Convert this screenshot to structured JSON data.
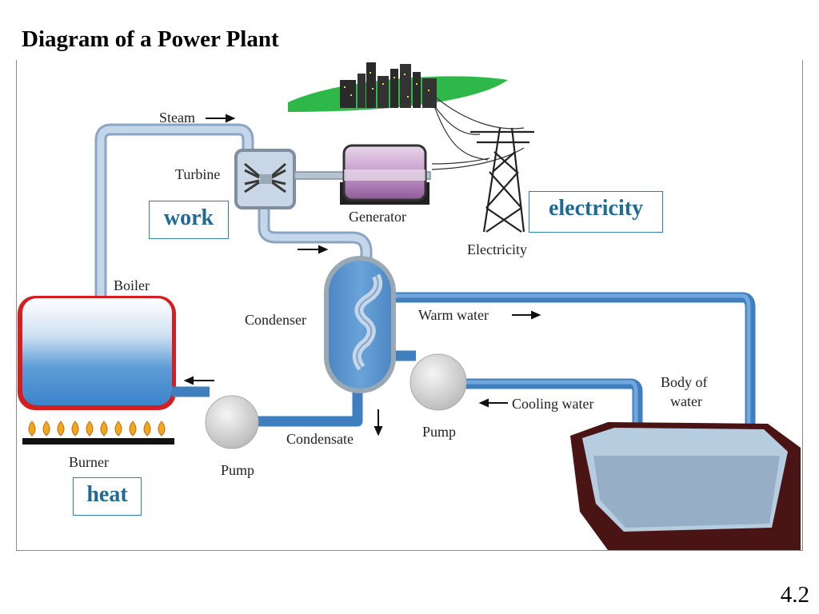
{
  "title": "Diagram of a Power Plant",
  "slide_number": "4.2",
  "labels": {
    "steam": "Steam",
    "turbine": "Turbine",
    "generator": "Generator",
    "electricity": "Electricity",
    "boiler": "Boiler",
    "condenser": "Condenser",
    "warm_water": "Warm water",
    "cooling_water": "Cooling water",
    "body_of_water_1": "Body of",
    "body_of_water_2": "water",
    "burner": "Burner",
    "pump_left": "Pump",
    "pump_right": "Pump",
    "condensate": "Condensate"
  },
  "callouts": {
    "work": "work",
    "electricity": "electricity",
    "heat": "heat"
  },
  "colors": {
    "callout_text": "#1f6b96",
    "water_pipe": "#4a86c0",
    "steam_pipe": "#a8c0dc",
    "boiler_border": "#d02020",
    "ground": "#4b1414",
    "grass": "#2fb84a"
  }
}
